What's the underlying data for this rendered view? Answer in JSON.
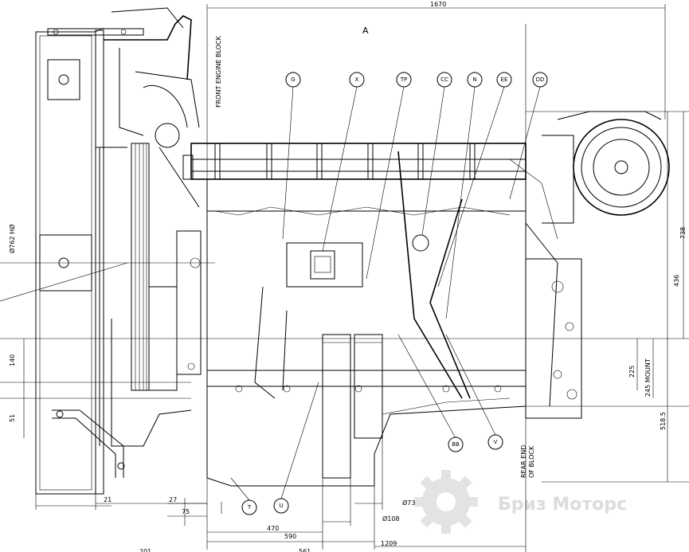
{
  "dimensions": {
    "top_width": "1670",
    "d762": "Ø762 HØ",
    "d436": "436",
    "d738": "738",
    "d140": "140",
    "d51": "51",
    "d225": "225",
    "d245": "245 MOUNT",
    "d5185": "518.5",
    "d21": "21",
    "d27": "27",
    "d75": "75",
    "d470": "470",
    "d590": "590",
    "d1209": "1209",
    "d73": "Ø73",
    "d108": "Ø108",
    "d201": "201",
    "d561": "561"
  },
  "labels": {
    "view_a": "A",
    "front_block": "FRONT ENGINE BLOCK",
    "rear_block_1": "REAR END",
    "rear_block_2": "OF BLOCK"
  },
  "balloons": [
    {
      "id": "G"
    },
    {
      "id": "X"
    },
    {
      "id": "TP"
    },
    {
      "id": "CC"
    },
    {
      "id": "N"
    },
    {
      "id": "EE"
    },
    {
      "id": "DD"
    },
    {
      "id": "BB"
    },
    {
      "id": "V"
    },
    {
      "id": "T"
    },
    {
      "id": "U"
    }
  ],
  "watermark": {
    "text": "Бриз Моторс",
    "icon": "gear-icon"
  }
}
